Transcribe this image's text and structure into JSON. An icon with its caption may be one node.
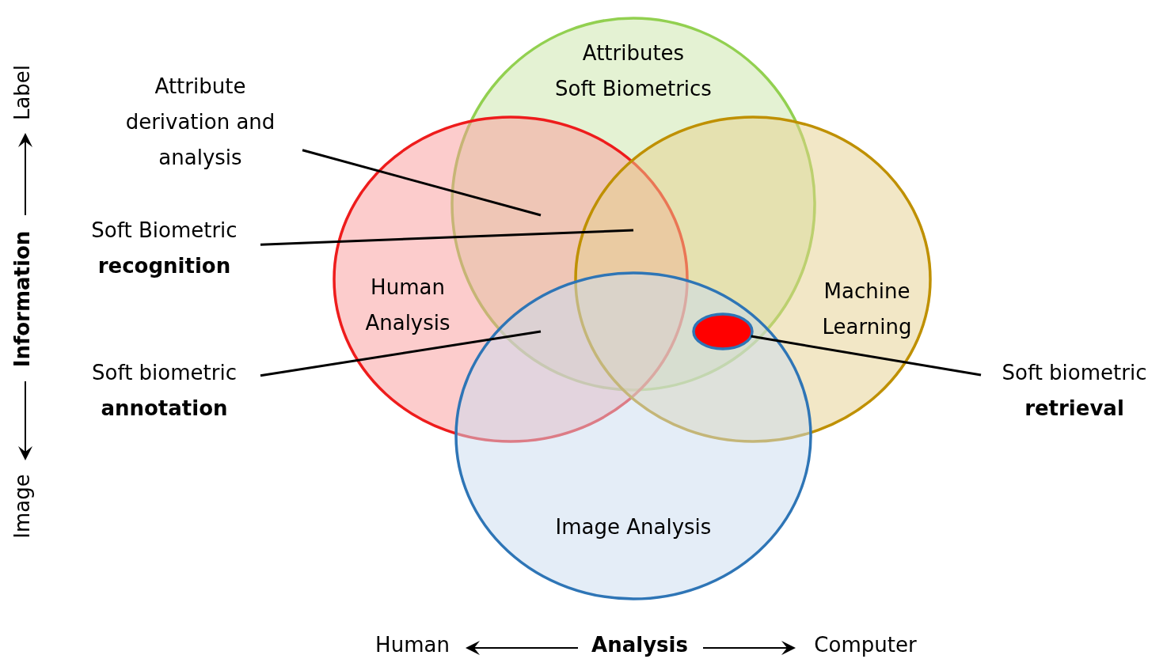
{
  "diagram": {
    "nodes": [
      {
        "text": [
          "Attributes",
          "Soft Biometrics"
        ]
      },
      {
        "text": [
          "Human Analysis"
        ]
      },
      {
        "text": [
          "Machine Learning"
        ]
      },
      {
        "text": [
          "Image Analysis"
        ]
      },
      {
        "text": [
          "Attribute derivation and analysis"
        ]
      },
      {
        "text": [
          "Soft Biometric **recognition**"
        ]
      },
      {
        "text": [
          "Soft biometric **annotation**"
        ]
      },
      {
        "text": [
          "Soft biometric **retrieval**"
        ]
      },
      {
        "text": [],
        "shape": "ellipse"
      }
    ],
    "edges": [
      {
        "from": 4,
        "to": 1,
        "arrow": "none"
      },
      {
        "from": 5,
        "to": 1,
        "arrow": "none"
      },
      {
        "from": 6,
        "to": 1,
        "arrow": "none"
      },
      {
        "from": 7,
        "to": 8,
        "arrow": "none"
      }
    ],
    "labels": [
      "Label",
      "Information",
      "Image",
      "Human",
      "Analysis",
      "Computer"
    ]
  }
}
